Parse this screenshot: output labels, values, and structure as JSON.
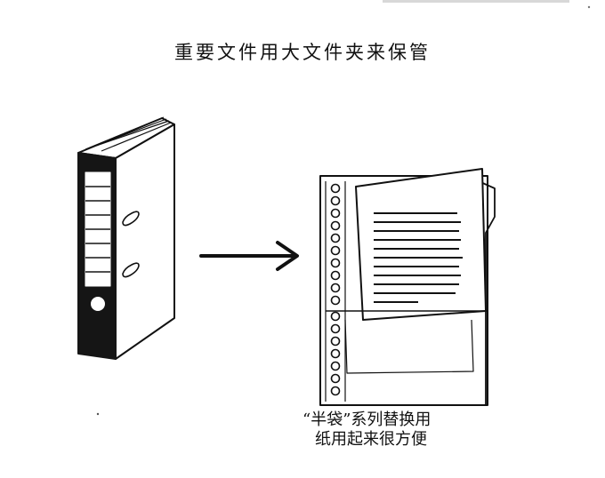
{
  "title": "重要文件用大文件夹来保管",
  "caption": {
    "line1": "“半袋”系列替换用",
    "line2": "纸用起来很方便"
  },
  "colors": {
    "ink": "#111111",
    "paper": "#ffffff",
    "spine": "#151515"
  },
  "icons": {
    "binder": "lever-arch-file-icon",
    "arrow": "arrow-right-icon",
    "sleeve": "punched-sheet-protector-icon"
  }
}
